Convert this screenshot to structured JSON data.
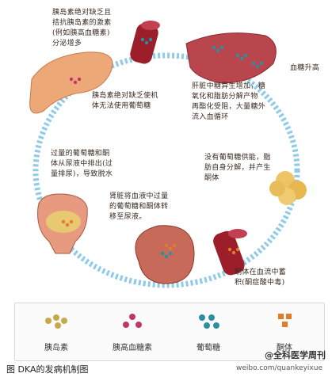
{
  "texts": {
    "pancreas": "胰岛素绝对缺乏且\n拮抗胰岛素的激素\n(例如胰高血糖素)\n分泌增多",
    "insulin_deficiency": "胰岛素绝对缺乏使机\n体无法使用葡萄糖",
    "liver": "肝脏中糖异生增加，糖\n氧化和脂肪分解产物\n再酯化受阻，大量糖外\n流入血循环",
    "high_glucose": "血糖升高",
    "fat": "没有葡萄糖供能，脂\n肪自身分解，并产生\n酮体",
    "excretion": "过量的葡萄糖和酮\n体从尿液中排出(过\n量排尿)，导致脱水",
    "kidney": "肾脏将血液中过量\n的葡萄糖和酮体转\n移至尿液。",
    "ketone_blood": "酮体在血流中蓄\n积(酮症酸中毒)"
  },
  "legend": [
    {
      "label": "胰岛素",
      "color": "#c8a94a"
    },
    {
      "label": "胰高血糖素",
      "color": "#c2356a"
    },
    {
      "label": "葡萄糖",
      "color": "#2a8fa0"
    },
    {
      "label": "酮体",
      "color": "#e07d2a"
    }
  ],
  "caption": "图 DKA的发病机制图",
  "watermark": "@全科医学周刊",
  "footer": "weibo.com/quankeyixue",
  "colors": {
    "arrow": "#7fc3e0",
    "vessel": "#a0202a",
    "liver": "#b8454a",
    "fat": "#e8c060",
    "pancreas": "#e8a070"
  }
}
